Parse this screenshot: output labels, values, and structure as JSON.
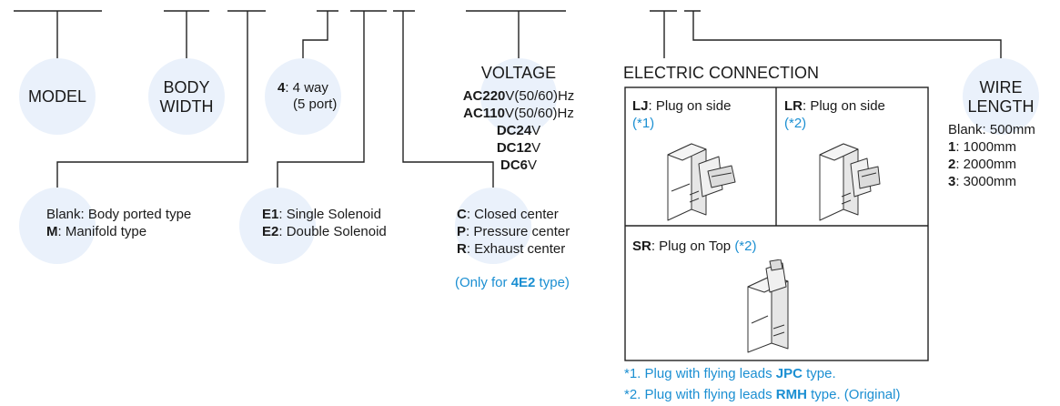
{
  "colors": {
    "accent": "#1b8fd2",
    "circle": "#eaf1fb",
    "line": "#222222"
  },
  "model": {
    "label": "MODEL"
  },
  "body_width": {
    "line1": "BODY",
    "line2": "WIDTH"
  },
  "way": {
    "code": "4",
    "text": ": 4 way",
    "sub": "(5 port)"
  },
  "voltage": {
    "title": "VOLTAGE",
    "items": [
      {
        "bold": "AC220",
        "rest": "V(50/60)Hz"
      },
      {
        "bold": "AC110",
        "rest": "V(50/60)Hz"
      },
      {
        "bold": "DC24",
        "rest": "V"
      },
      {
        "bold": "DC12",
        "rest": "V"
      },
      {
        "bold": "DC6",
        "rest": "V"
      }
    ]
  },
  "electric": {
    "title": "ELECTRIC CONNECTION",
    "lj": {
      "code": "LJ",
      "text": ": Plug on side",
      "note": "(*1)"
    },
    "lr": {
      "code": "LR",
      "text": ": Plug on side",
      "note": "(*2)"
    },
    "sr": {
      "code": "SR",
      "text": ": Plug on Top ",
      "note": "(*2)"
    },
    "footnotes": [
      {
        "pre": "*1. Plug with flying leads ",
        "bold": "JPC",
        "post": " type."
      },
      {
        "pre": "*2. Plug with flying leads ",
        "bold": "RMH",
        "post": " type. (Original)"
      }
    ]
  },
  "wire": {
    "line1": "WIRE",
    "line2": "LENGTH",
    "items": [
      {
        "bold": "",
        "rest": "Blank: 500mm"
      },
      {
        "bold": "1",
        "rest": ": 1000mm"
      },
      {
        "bold": "2",
        "rest": ": 2000mm"
      },
      {
        "bold": "3",
        "rest": ": 3000mm"
      }
    ]
  },
  "port_type": {
    "items": [
      {
        "bold": "",
        "rest": "Blank: Body ported type"
      },
      {
        "bold": "M",
        "rest": ": Manifold type"
      }
    ]
  },
  "solenoid": {
    "items": [
      {
        "bold": "E1",
        "rest": ": Single Solenoid"
      },
      {
        "bold": "E2",
        "rest": ": Double Solenoid"
      }
    ]
  },
  "center": {
    "items": [
      {
        "bold": "C",
        "rest": ": Closed center"
      },
      {
        "bold": "P",
        "rest": ": Pressure center"
      },
      {
        "bold": "R",
        "rest": ": Exhaust center"
      }
    ],
    "note": {
      "pre": "(Only for ",
      "bold": "4E2",
      "post": " type)"
    }
  }
}
